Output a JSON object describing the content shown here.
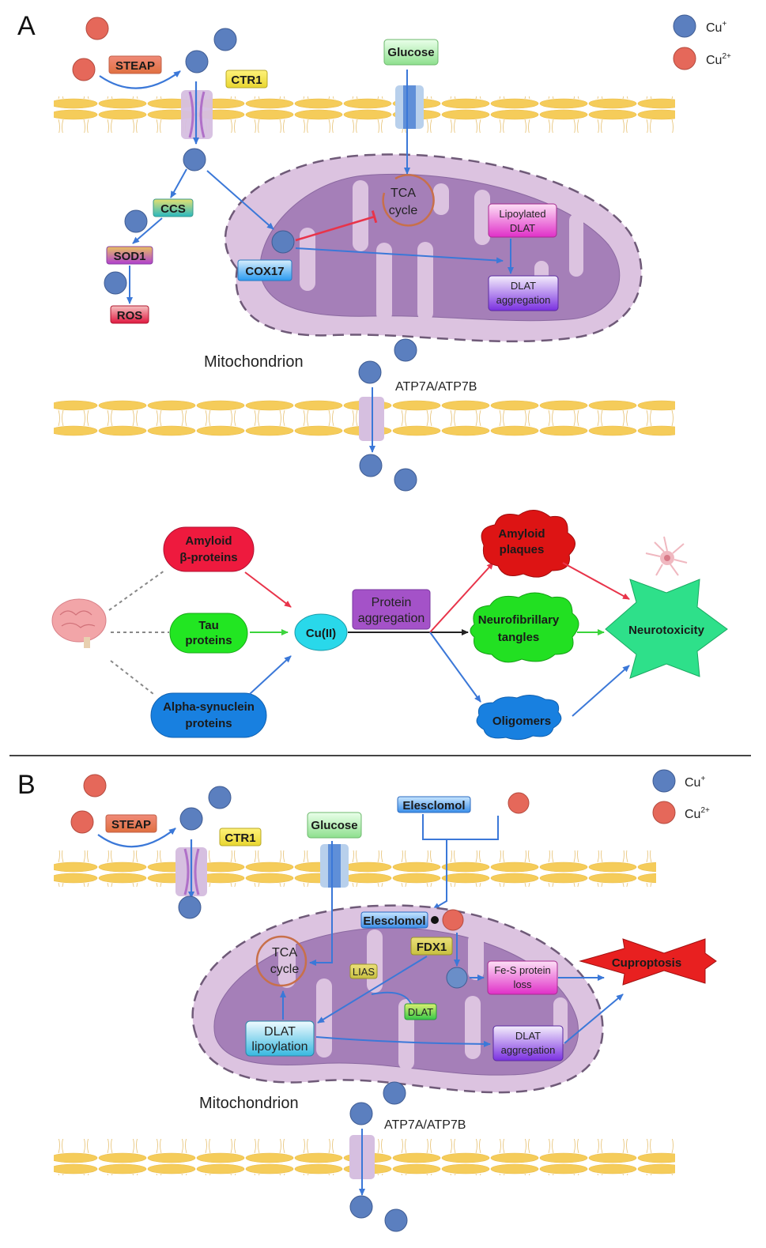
{
  "figure": {
    "panel_labels": {
      "a": "A",
      "b": "B"
    },
    "legend": {
      "cu_plus": {
        "label": "Cu",
        "sup": "+",
        "color": "#5b7fbf"
      },
      "cu_2plus": {
        "label": "Cu",
        "sup": "2+",
        "color": "#e5685a"
      }
    },
    "colors": {
      "membrane": "#f5cc5a",
      "mito_outer": "#dcc3e0",
      "mito_inner": "#a57fb8",
      "arrow_blue": "#3b78d8",
      "arrow_red": "#e8344a",
      "arrow_green": "#3cd43c",
      "tca_ring": "#c8704a"
    }
  },
  "panel_a": {
    "steap": "STEAP",
    "ctr1": "CTR1",
    "glucose": "Glucose",
    "ccs": "CCS",
    "sod1": "SOD1",
    "ros": "ROS",
    "cox17": "COX17",
    "tca": [
      "TCA",
      "cycle"
    ],
    "lipoylated_dlat": [
      "Lipoylated",
      "DLAT"
    ],
    "dlat_aggregation": [
      "DLAT",
      "aggregation"
    ],
    "mitochondrion": "Mitochondrion",
    "atp7": "ATP7A/ATP7B",
    "pathway": {
      "amyloid": [
        "Amyloid",
        "β-proteins"
      ],
      "tau": [
        "Tau",
        "proteins"
      ],
      "alpha": [
        "Alpha-synuclein",
        "proteins"
      ],
      "cu_ii": "Cu(II)",
      "protein_aggregation": [
        "Protein",
        "aggregation"
      ],
      "amyloid_plaques": [
        "Amyloid",
        "plaques"
      ],
      "tangles": [
        "Neurofibrillary",
        "tangles"
      ],
      "oligomers": "Oligomers",
      "neurotoxicity": "Neurotoxicity"
    }
  },
  "panel_b": {
    "steap": "STEAP",
    "ctr1": "CTR1",
    "glucose": "Glucose",
    "elesclomol_out": "Elesclomol",
    "elesclomol_in": "Elesclomol",
    "fdx1": "FDX1",
    "lias": "LIAS",
    "dlat": "DLAT",
    "tca": [
      "TCA",
      "cycle"
    ],
    "dlat_lipoylation": [
      "DLAT",
      "lipoylation"
    ],
    "fes_loss": [
      "Fe-S protein",
      "loss"
    ],
    "dlat_aggregation": [
      "DLAT",
      "aggregation"
    ],
    "cuproptosis": "Cuproptosis",
    "mitochondrion": "Mitochondrion",
    "atp7": "ATP7A/ATP7B"
  }
}
